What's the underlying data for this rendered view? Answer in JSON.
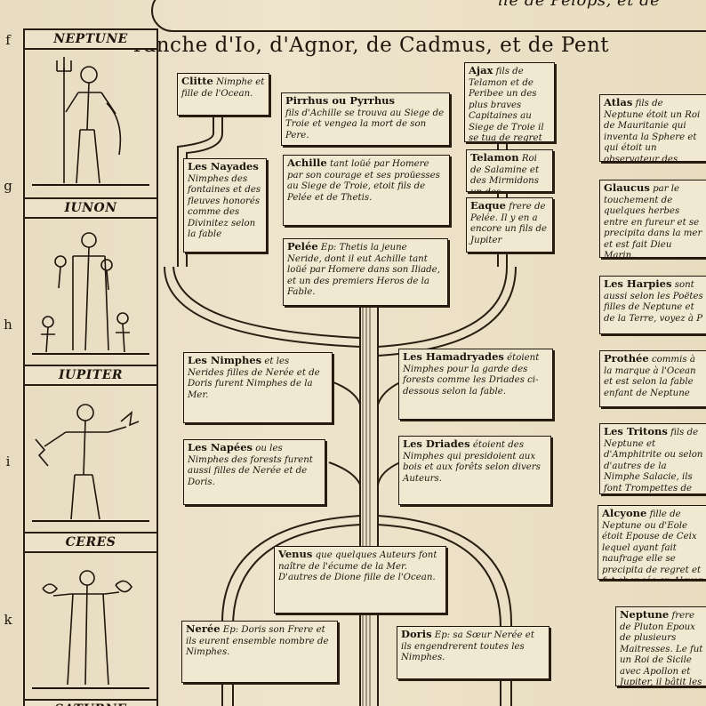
{
  "header": {
    "scroll_text": "ile de Pelops, et de ",
    "title": "ranche d'Io, d'Agnor, de Cadmus, et de Pent"
  },
  "row_marks": [
    "f",
    "g",
    "h",
    "i",
    "k"
  ],
  "deities": [
    {
      "label": "NEPTUNE",
      "icon": "neptune-figure"
    },
    {
      "label": "IUNON",
      "icon": "juno-figure"
    },
    {
      "label": "IUPITER",
      "icon": "jupiter-figure"
    },
    {
      "label": "CERES",
      "icon": "ceres-figure"
    },
    {
      "label": "SATURNE",
      "icon": "saturn-figure"
    }
  ],
  "boxes": {
    "clitte": {
      "title": "Clitte",
      "text": "Nimphe et fille de l'Ocean."
    },
    "pirrhus": {
      "title": "Pirrhus ou Pyrrhus",
      "text": "fils d'Achille se trouva au Siege de Troie et vengea la mort de son Pere."
    },
    "ajax": {
      "title": "Ajax",
      "text": "fils de Telamon et de Peribee un des plus braves Capitaines au Siege de Troie il se tua de regret pour les armes d'Achille."
    },
    "nayades": {
      "title": "Les Nayades",
      "text": "Nimphes des fontaines et des fleuves honorés comme des Divinitez selon la fable"
    },
    "achille": {
      "title": "Achille",
      "text": "tant loüé par Homere par son courage et ses proüesses au Siege de Troie, etoit fils de Pelée et de Thetis."
    },
    "telamon": {
      "title": "Telamon",
      "text": "Roi de Salamine et des Mirmidons un des Argonautes"
    },
    "eaque": {
      "title": "Eaque",
      "text": "frere de Pelée. Il y en a encore un fils de Jupiter"
    },
    "pelee": {
      "title": "Pelée",
      "text": "Ep: Thetis la jeune Neride, dont il eut Achille tant loüé par Homere dans son Iliade, et un des premiers Heros de la Fable."
    },
    "nimphes": {
      "title": "Les Nimphes",
      "text": "et les Nerides filles de Nerée et de Doris furent Nimphes de la Mer."
    },
    "hamadryades": {
      "title": "Les Hamadryades",
      "text": "étoient Nimphes pour la garde des forests comme les Driades ci-dessous selon la fable."
    },
    "napees": {
      "title": "Les Napées",
      "text": "ou les Nimphes des forests furent aussi filles de Nerée et de Doris."
    },
    "driades": {
      "title": "Les Driades",
      "text": "étoient des Nimphes qui presidoient aux bois et aux forêts selon divers Auteurs."
    },
    "venus": {
      "title": "Venus",
      "text": "que quelques Auteurs font naître de l'écume de la Mer. D'autres de Dione fille de l'Ocean."
    },
    "neree": {
      "title": "Nerée",
      "text": "Ep: Doris son Frere et ils eurent ensemble nombre de Nimphes."
    },
    "doris": {
      "title": "Doris",
      "text": "Ep: sa Sœur Nerée et ils engendrerent toutes les Nimphes."
    },
    "atlas": {
      "title": "Atlas",
      "text": "fils de Neptune étoit un Roi de Mauritanie qui inventa la Sphere et qui étoit un observateur des Astres"
    },
    "glaucus": {
      "title": "Glaucus",
      "text": "par le touchement de quelques herbes entre en fureur et se precipita dans la mer et est fait Dieu Marin."
    },
    "harpies": {
      "title": "Les Harpies",
      "text": "sont aussi selon les Poëtes filles de Neptune et de la Terre, voyez à P"
    },
    "prothee": {
      "title": "Prothée",
      "text": "commis à la marque à l'Ocean et est selon la fable enfant de Neptune"
    },
    "tritons": {
      "title": "Les Tritons",
      "text": "fils de Neptune et d'Amphitrite ou selon d'autres de la Nimphe Salacie, ils font Trompettes de Neptune."
    },
    "alcyone": {
      "title": "Alcyone",
      "text": "fille de Neptune ou d'Eole étoit Epouse de Ceix lequel ayant fait naufrage elle se precipita de regret et fut changée en Alcyon"
    },
    "neptune_box": {
      "title": "Neptune",
      "text": "frere de Pluton Epoux de plusieurs Maitresses. Le fut un Roi de Sicile avec Apollon et Jupiter, il bâtit les murs de Troie."
    }
  }
}
